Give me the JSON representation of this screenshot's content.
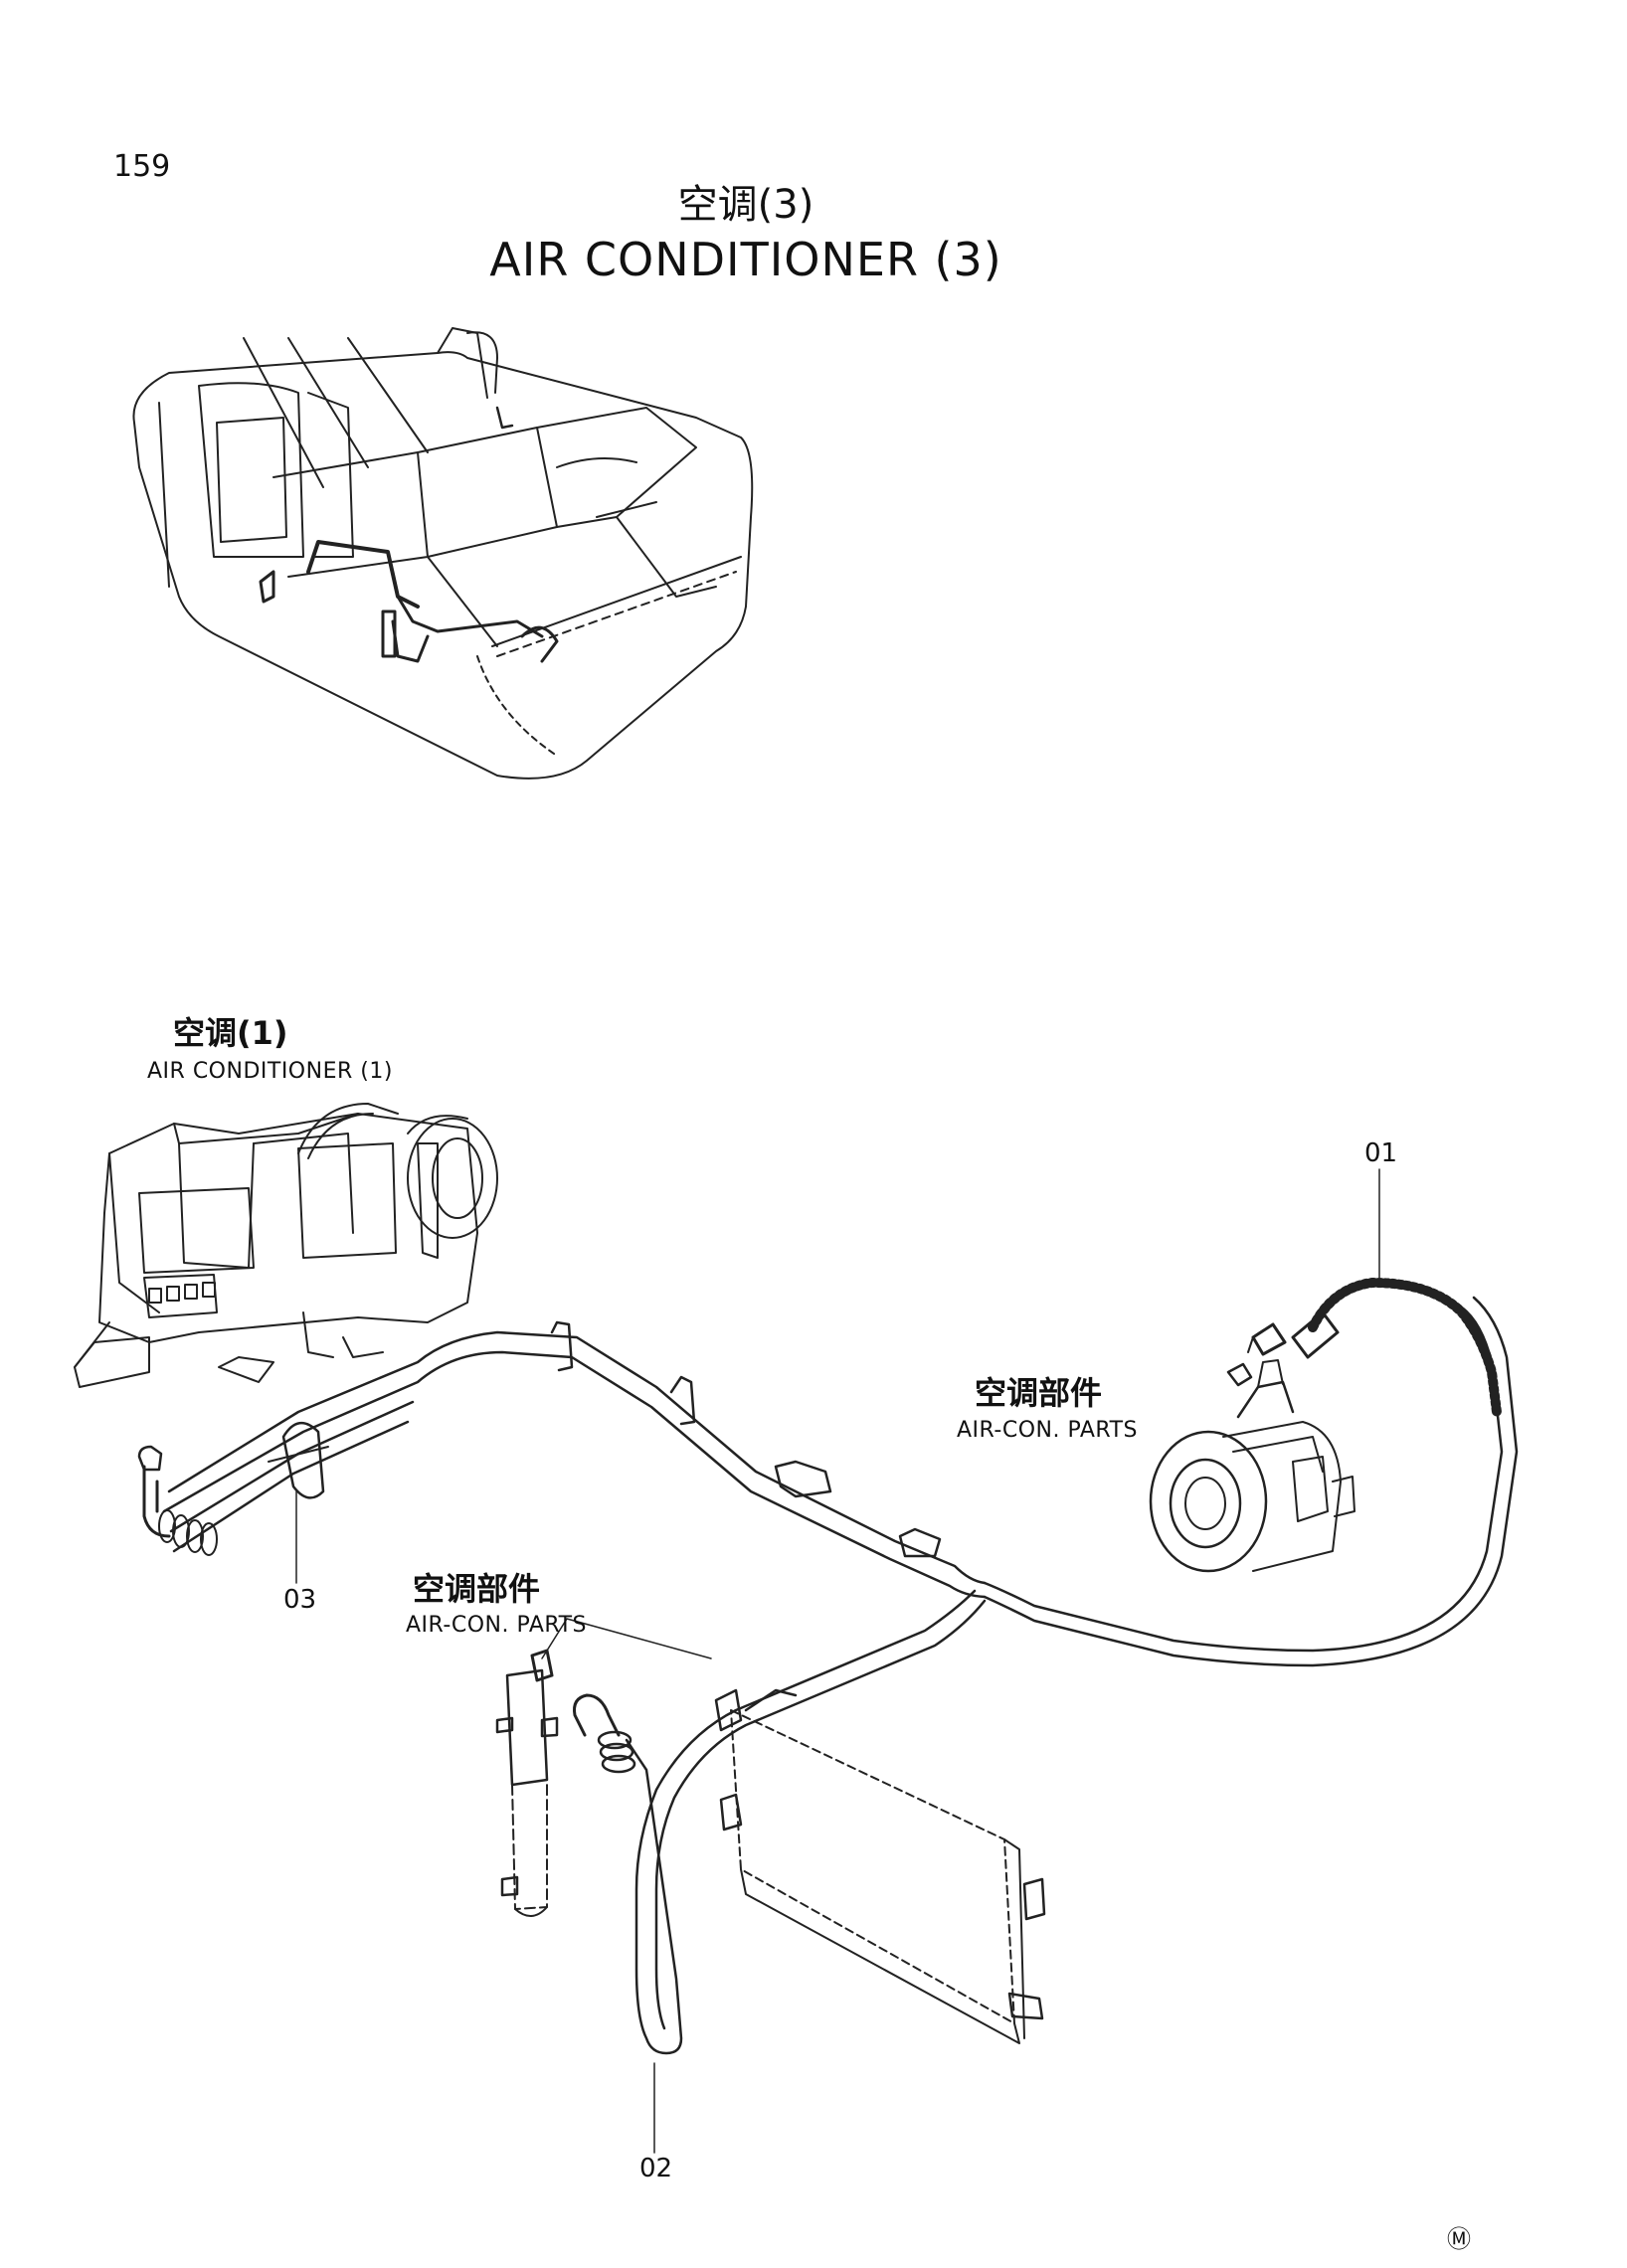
{
  "page": {
    "number": "159",
    "mark": "Ⓜ"
  },
  "title": {
    "cn": "空调(3)",
    "en": "AIR CONDITIONER (3)"
  },
  "references": [
    {
      "cn": "空调(1)",
      "en": "AIR CONDITIONER (1)"
    },
    {
      "cn": "空调部件",
      "en": "AIR-CON. PARTS"
    },
    {
      "cn": "空调部件",
      "en": "AIR-CON. PARTS"
    }
  ],
  "callouts": [
    "01",
    "02",
    "03"
  ]
}
